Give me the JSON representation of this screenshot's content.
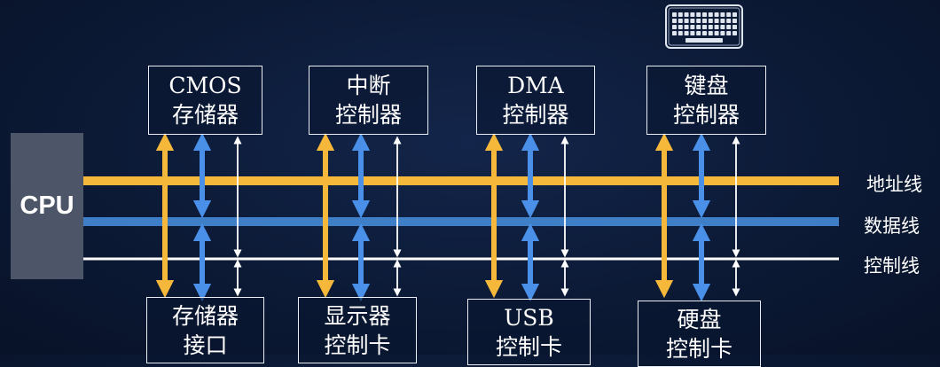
{
  "cpu": {
    "label": "CPU"
  },
  "buses": [
    {
      "label": "地址线",
      "color": "#f5b83a"
    },
    {
      "label": "数据线",
      "color": "#3f7fc8"
    },
    {
      "label": "控制线",
      "color": "#ffffff"
    }
  ],
  "top_controllers": [
    {
      "line1": "CMOS",
      "line2": "存储器"
    },
    {
      "line1": "中断",
      "line2": "控制器"
    },
    {
      "line1": "DMA",
      "line2": "控制器"
    },
    {
      "line1": "键盘",
      "line2": "控制器"
    }
  ],
  "bottom_controllers": [
    {
      "line1": "存储器",
      "line2": "接口"
    },
    {
      "line1": "显示器",
      "line2": "控制卡"
    },
    {
      "line1": "USB",
      "line2": "控制卡"
    },
    {
      "line1": "硬盘",
      "line2": "控制卡"
    }
  ],
  "colors": {
    "address": "#f5b83a",
    "data": "#4a90e8",
    "control": "#ffffff",
    "box_border": "#e9edf5",
    "cpu_fill": "#4d5568"
  },
  "icons": {
    "keyboard": "keyboard-icon"
  }
}
